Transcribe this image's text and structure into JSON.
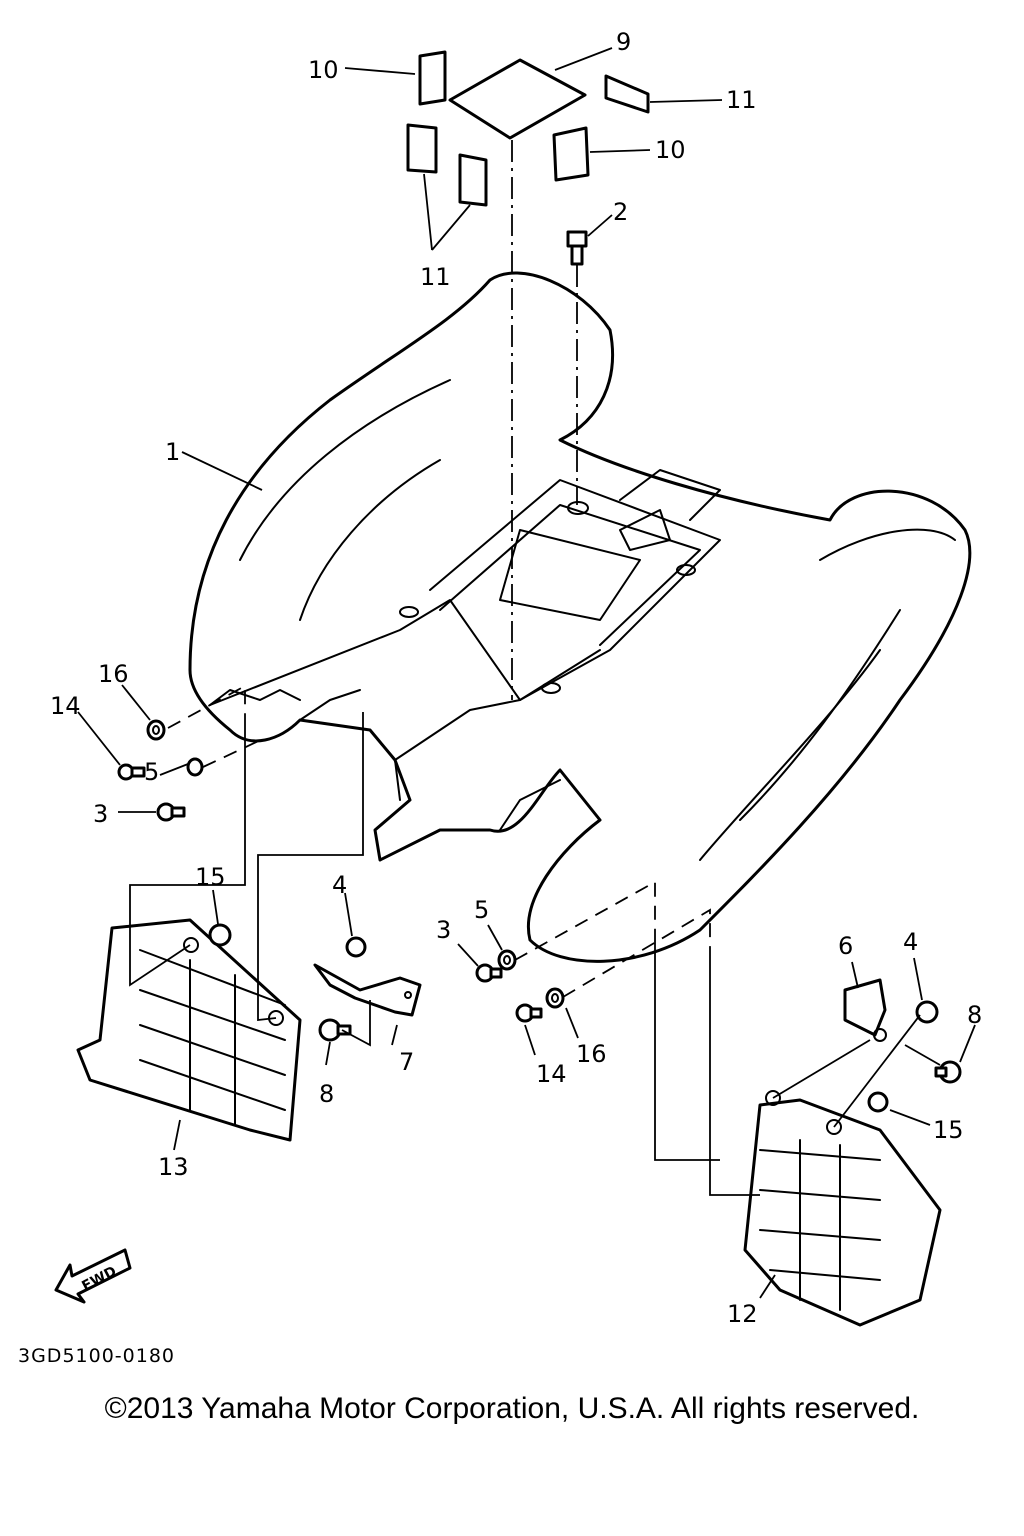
{
  "callouts": {
    "c1": "1",
    "c2": "2",
    "c3a": "3",
    "c3b": "3",
    "c4a": "4",
    "c4b": "4",
    "c5a": "5",
    "c5b": "5",
    "c6": "6",
    "c7": "7",
    "c8a": "8",
    "c8b": "8",
    "c9": "9",
    "c10a": "10",
    "c10b": "10",
    "c11a": "11",
    "c11b": "11",
    "c12": "12",
    "c13": "13",
    "c14a": "14",
    "c14b": "14",
    "c15a": "15",
    "c15b": "15",
    "c16a": "16",
    "c16b": "16"
  },
  "fwd_label": "FWD",
  "diagram_code": "3GD5100-0180",
  "copyright": "©2013 Yamaha Motor Corporation, U.S.A. All rights reserved."
}
